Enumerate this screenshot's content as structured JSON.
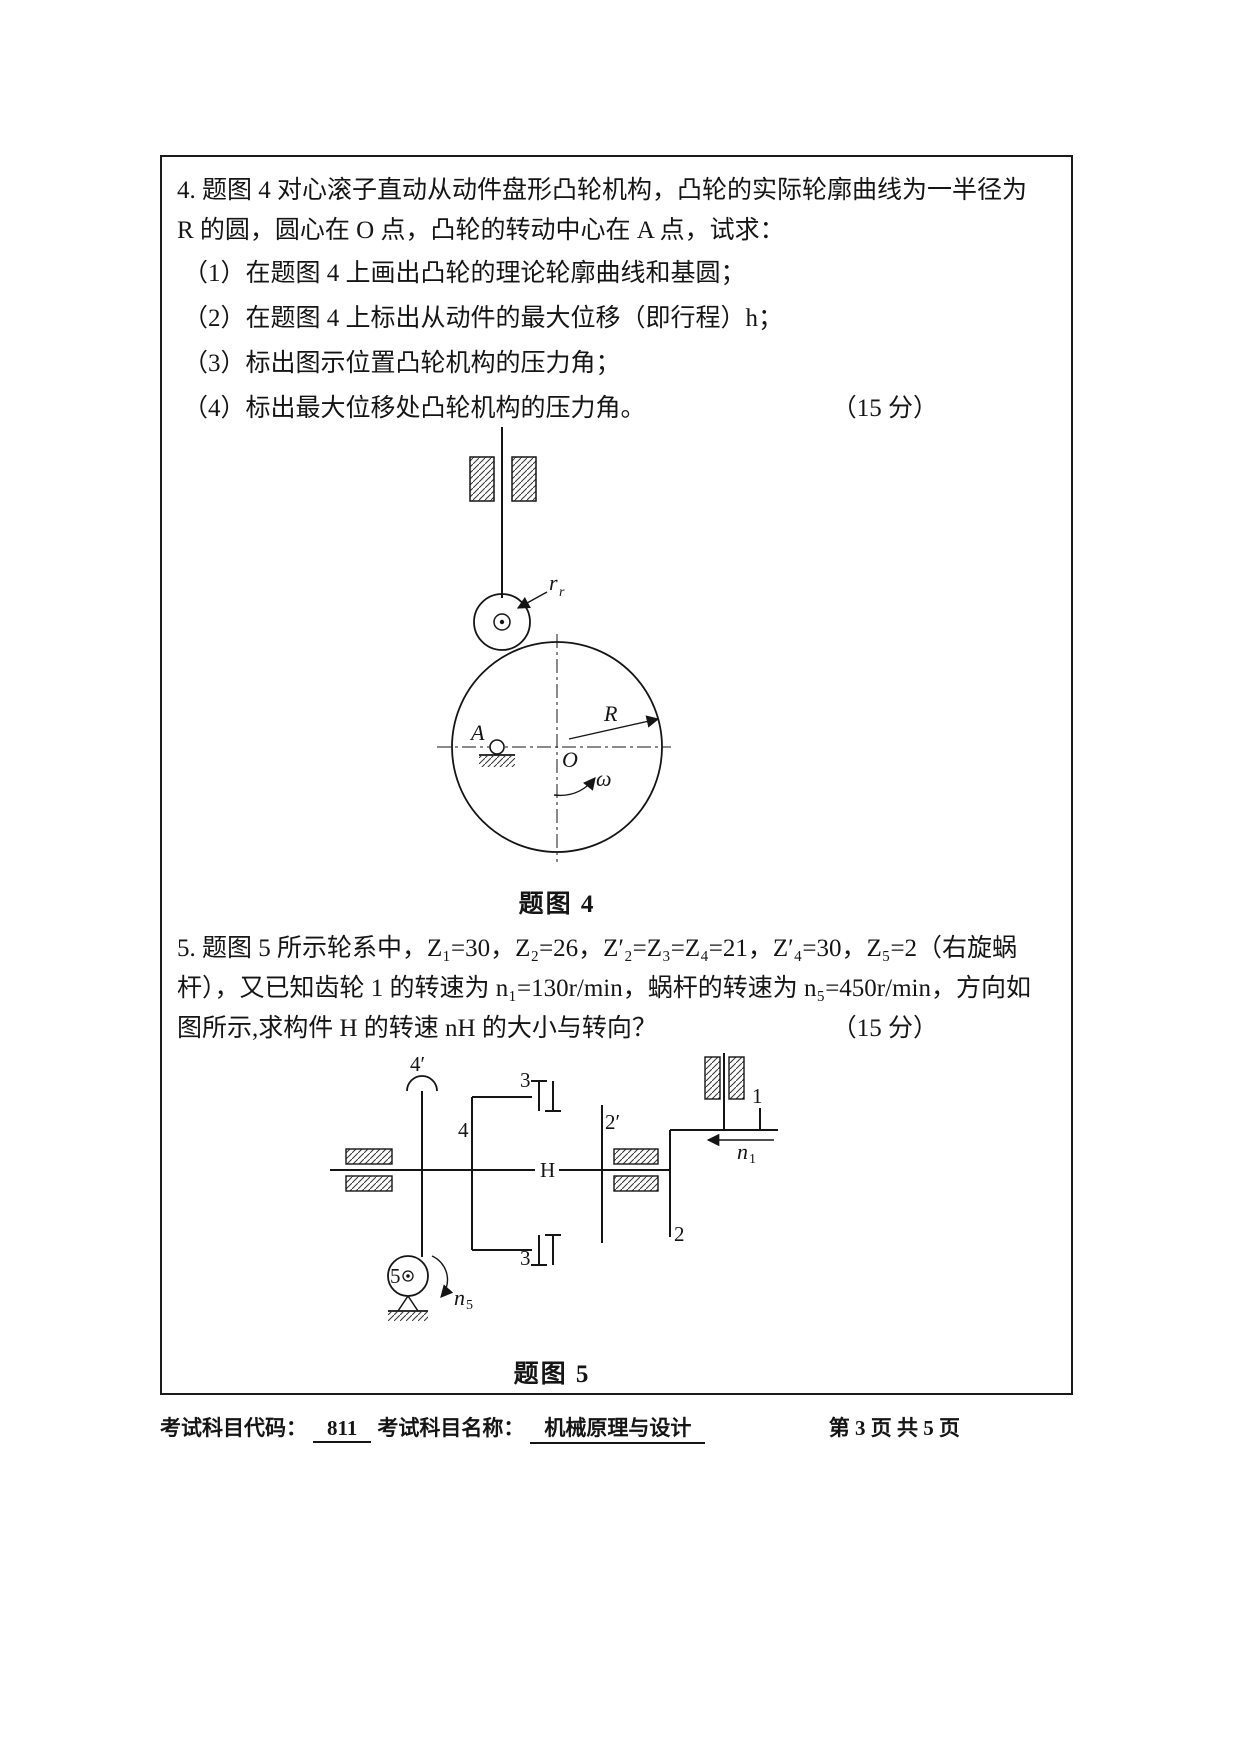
{
  "page": {
    "footer": {
      "code_label": "考试科目代码：",
      "code_value": "811",
      "name_label": "考试科目名称：",
      "name_value": "机械原理与设计",
      "page_info": "第 3 页 共 5 页"
    }
  },
  "question4": {
    "lines": [
      "4. 题图 4 对心滚子直动从动件盘形凸轮机构，凸轮的实际轮廓曲线为一半径为",
      "R 的圆，圆心在 O 点，凸轮的转动中心在 A 点，试求："
    ],
    "items": [
      "（1）在题图 4 上画出凸轮的理论轮廓曲线和基圆；",
      "（2）在题图 4 上标出从动件的最大位移（即行程）h；",
      "（3）标出图示位置凸轮机构的压力角；",
      "（4）标出最大位移处凸轮机构的压力角。"
    ],
    "score": "（15 分）"
  },
  "figure4": {
    "caption": "题图 4",
    "labels": {
      "rr_main": "r",
      "rr_sub": "r",
      "A": "A",
      "O": "O",
      "R": "R",
      "omega": "ω"
    }
  },
  "question5": {
    "lines": [
      "5. 题图 5 所示轮系中，Z₁=30，Z₂=26，Z′₂=Z₃=Z₄=21，Z′₄=30，Z₅=2（右旋蜗",
      "杆），又已知齿轮 1 的转速为 n₁=130r/min，蜗杆的转速为 n₅=450r/min，方向如",
      "图所示,求构件 H 的转速 nH 的大小与转向？"
    ],
    "score": "（15 分）"
  },
  "figure5": {
    "caption": "题图 5",
    "labels": {
      "g4p": "4′",
      "g3_top": "3",
      "g2p": "2′",
      "g1": "1",
      "g4": "4",
      "H": "H",
      "g3_bottom": "3",
      "g2": "2",
      "g5": "5",
      "n1_main": "n",
      "n1_sub": "1",
      "n5_main": "n",
      "n5_sub": "5"
    }
  }
}
